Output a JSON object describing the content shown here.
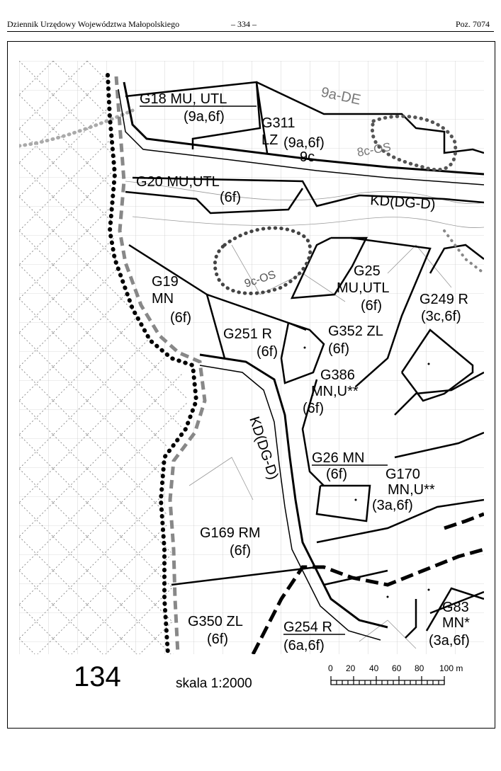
{
  "header": {
    "left": "Dziennik Urzędowy Województwa Małopolskiego",
    "center": "– 334 –",
    "right": "Poz. 7074"
  },
  "map": {
    "labels": {
      "g18": [
        "G18 MU, UTL",
        "(9a,6f)"
      ],
      "g311": [
        "G311",
        "LZ",
        "(9a,6f)",
        "9c"
      ],
      "de_9a": "9a-DE",
      "os_8c": "8c-OS",
      "g20": [
        "G20 MU,UTL",
        "(6f)"
      ],
      "kd_top": "KD(DG-D)",
      "os_9c": "9c-OS",
      "g25": [
        "G25",
        "MU,UTL",
        "(6f)"
      ],
      "g249": [
        "G249 R",
        "(3c,6f)"
      ],
      "g19": [
        "G19",
        "MN",
        "(6f)"
      ],
      "g251": [
        "G251 R",
        "(6f)"
      ],
      "g352": [
        "G352 ZL",
        "(6f)"
      ],
      "g386": [
        "G386",
        "MN,U**",
        "(6f)"
      ],
      "kd_vert": "KD(DG-D)",
      "g26": [
        "G26 MN",
        "(6f)"
      ],
      "g170": [
        "G170",
        "MN,U**",
        "(3a,6f)"
      ],
      "g169": [
        "G169 RM",
        "(6f)"
      ],
      "g350": [
        "G350 ZL",
        "(6f)"
      ],
      "g254": [
        "G254 R",
        "(6a,6f)"
      ],
      "g83": [
        "G83",
        "MN*",
        "(3a,6f)"
      ]
    }
  },
  "footer": {
    "sheet_number": "134",
    "scale_label": "skala 1:2000",
    "scale_ticks": [
      "0",
      "20",
      "40",
      "60",
      "80",
      "100 m"
    ]
  }
}
